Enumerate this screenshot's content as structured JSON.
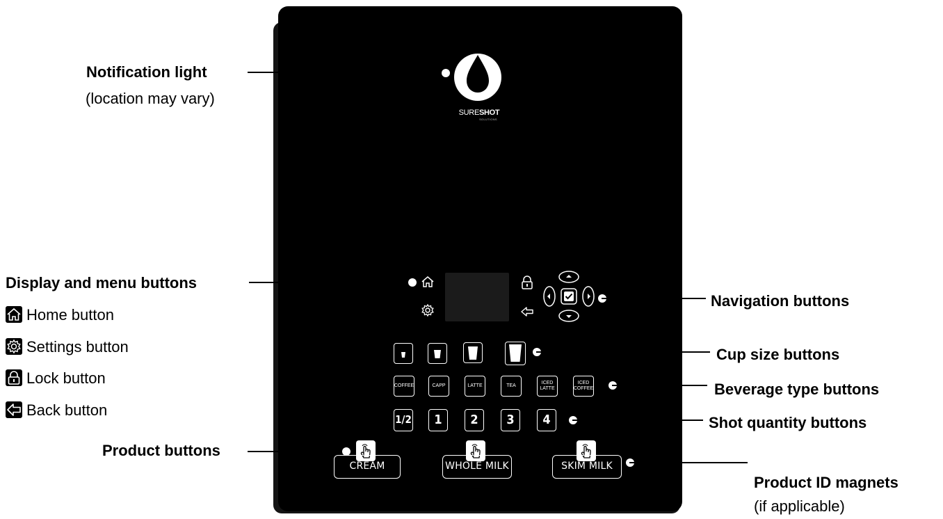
{
  "logo": {
    "brand_light": "SURE",
    "brand_bold": "SHOT",
    "tagline": "SOLUTIONS"
  },
  "callouts": {
    "notification": {
      "title": "Notification light",
      "sub": "(location may vary)"
    },
    "display": {
      "title": "Display and menu buttons"
    },
    "navigation": {
      "title": "Navigation buttons"
    },
    "cup_size": {
      "title": "Cup size buttons"
    },
    "beverage": {
      "title": "Beverage type buttons"
    },
    "shot": {
      "title": "Shot quantity buttons"
    },
    "product": {
      "title": "Product buttons"
    },
    "product_id": {
      "title": "Product ID magnets",
      "sub": "(if applicable)"
    }
  },
  "legend": [
    {
      "icon": "home-icon",
      "label": "Home button"
    },
    {
      "icon": "gear-icon",
      "label": "Settings button"
    },
    {
      "icon": "lock-icon",
      "label": "Lock button"
    },
    {
      "icon": "back-arrow-icon",
      "label": "Back button"
    }
  ],
  "beverage_buttons": [
    "COFFEE",
    "CAPP",
    "LATTE",
    "TEA",
    "ICED LATTE",
    "ICED COFFEE"
  ],
  "shot_buttons": [
    "1/2",
    "1",
    "2",
    "3",
    "4"
  ],
  "magnets": [
    "CREAM",
    "WHOLE MILK",
    "SKIM MILK"
  ],
  "colors": {
    "panel": "#000000",
    "background": "#ffffff",
    "line": "#000000"
  }
}
